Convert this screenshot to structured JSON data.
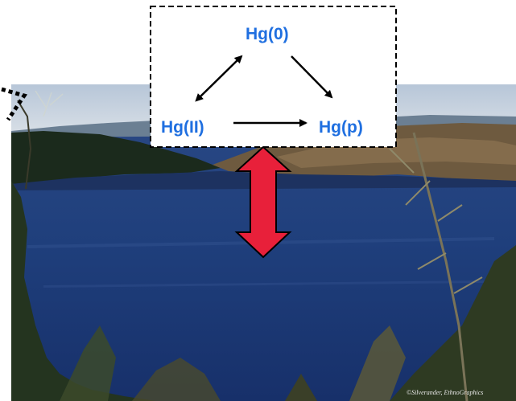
{
  "diagram": {
    "nodes": {
      "hg0": "Hg(0)",
      "hg2": "Hg(II)",
      "hgp": "Hg(p)"
    },
    "edges": [
      {
        "from": "hg2",
        "to": "hg0",
        "style": "bidirectional"
      },
      {
        "from": "hg0",
        "to": "hgp",
        "style": "single"
      },
      {
        "from": "hg2",
        "to": "hgp",
        "style": "single"
      }
    ],
    "exchange_arrow": {
      "style": "bidirectional",
      "color": "#e8203a"
    }
  },
  "photo": {
    "credit": "©Silverander, EthnoGraphics"
  },
  "colors": {
    "node_text": "#1f6fe0",
    "exchange_arrow": "#e8203a",
    "box_border": "#000000"
  }
}
